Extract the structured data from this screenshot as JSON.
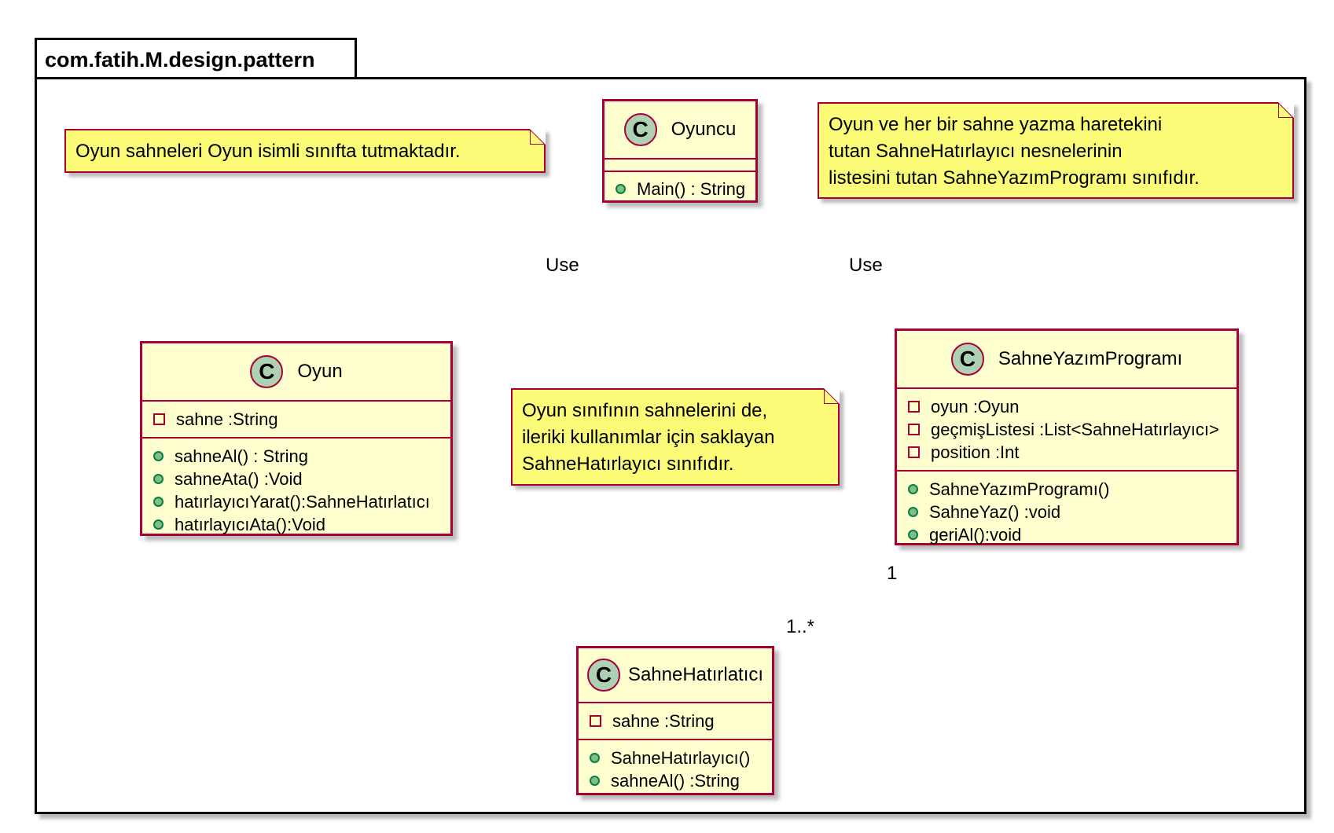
{
  "package": {
    "name": "com.fatih.M.design.pattern"
  },
  "classes": {
    "oyuncu": {
      "badge": "C",
      "name": "Oyuncu",
      "attributes": [],
      "methods": [
        {
          "vis": "public",
          "text": "Main() : String"
        }
      ]
    },
    "oyun": {
      "badge": "C",
      "name": "Oyun",
      "attributes": [
        {
          "vis": "private",
          "text": "sahne :String"
        }
      ],
      "methods": [
        {
          "vis": "public",
          "text": "sahneAl() : String"
        },
        {
          "vis": "public",
          "text": "sahneAta() :Void"
        },
        {
          "vis": "public",
          "text": "hatırlayıcıYarat():SahneHatırlatıcı"
        },
        {
          "vis": "public",
          "text": "hatırlayıcıAta():Void"
        }
      ]
    },
    "sahne_yazim": {
      "badge": "C",
      "name": "SahneYazımProgramı",
      "attributes": [
        {
          "vis": "private",
          "text": "oyun :Oyun"
        },
        {
          "vis": "private",
          "text": "geçmişListesi :List<SahneHatırlayıcı>"
        },
        {
          "vis": "private",
          "text": "position :Int"
        }
      ],
      "methods": [
        {
          "vis": "public",
          "text": "SahneYazımProgramı()"
        },
        {
          "vis": "public",
          "text": "SahneYaz() :void"
        },
        {
          "vis": "public",
          "text": "geriAl():void"
        }
      ]
    },
    "sahne_hatirlatici": {
      "badge": "C",
      "name": "SahneHatırlatıcı",
      "attributes": [
        {
          "vis": "private",
          "text": "sahne :String"
        }
      ],
      "methods": [
        {
          "vis": "public",
          "text": "SahneHatırlayıcı()"
        },
        {
          "vis": "public",
          "text": "sahneAl() :String"
        }
      ]
    }
  },
  "notes": {
    "oyun_note": [
      "Oyun sahneleri Oyun isimli sınıfta tutmaktadır."
    ],
    "sahne_yazim_note": [
      "Oyun ve her bir sahne yazma haretekini",
      "tutan SahneHatırlayıcı nesnelerinin",
      "listesini tutan SahneYazımProgramı sınıfıdır."
    ],
    "hatirlatici_note": [
      "Oyun sınıfının sahnelerini de,",
      "ileriki kullanımlar için saklayan",
      "SahneHatırlayıcı sınıfıdır."
    ]
  },
  "relations": {
    "use_left": "Use",
    "use_right": "Use",
    "agg_mult_source": "1",
    "agg_mult_target": "1..*"
  },
  "colors": {
    "border": "#a80036",
    "class_fill": "#fefece",
    "note_fill": "#fbfb77",
    "badge_fill": "#add1b2"
  }
}
